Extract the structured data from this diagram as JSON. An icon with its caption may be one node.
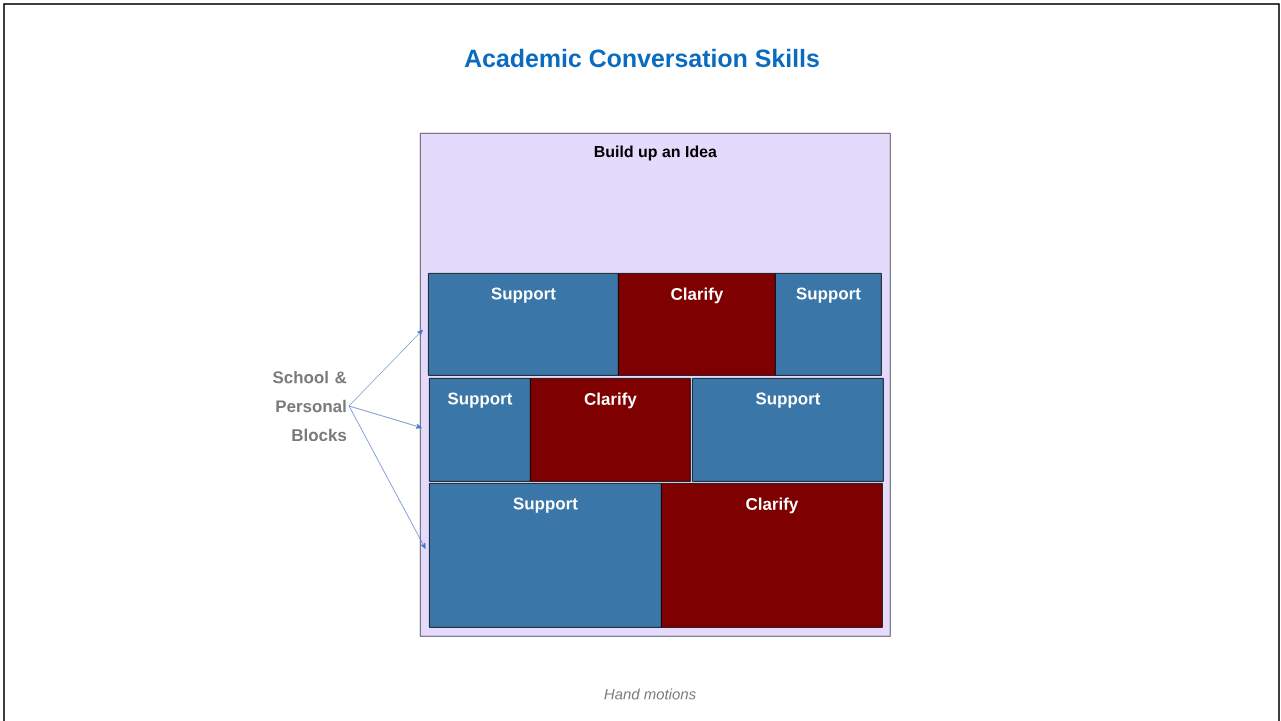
{
  "diagram": {
    "title": "Academic Conversation Skills",
    "caption": "Hand motions",
    "nodes": [
      {
        "text": [
          "Build up an Idea"
        ]
      },
      {
        "text": [
          "Support"
        ],
        "in": 0
      },
      {
        "text": [
          "Clarify"
        ],
        "in": 0
      },
      {
        "text": [
          "Support"
        ],
        "in": 0
      },
      {
        "text": [
          "Support"
        ],
        "in": 0
      },
      {
        "text": [
          "Clarify"
        ],
        "in": 0
      },
      {
        "text": [
          "Support"
        ],
        "in": 0
      },
      {
        "text": [
          "Support"
        ],
        "in": 0
      },
      {
        "text": [
          "Clarify"
        ],
        "in": 0
      },
      {
        "text": [
          "School & Personal Blocks"
        ]
      }
    ],
    "edges": [
      {
        "from": 9,
        "to": 1,
        "arrow": "to"
      },
      {
        "from": 9,
        "to": 4,
        "arrow": "to"
      },
      {
        "from": 9,
        "to": 7,
        "arrow": "to"
      }
    ]
  }
}
